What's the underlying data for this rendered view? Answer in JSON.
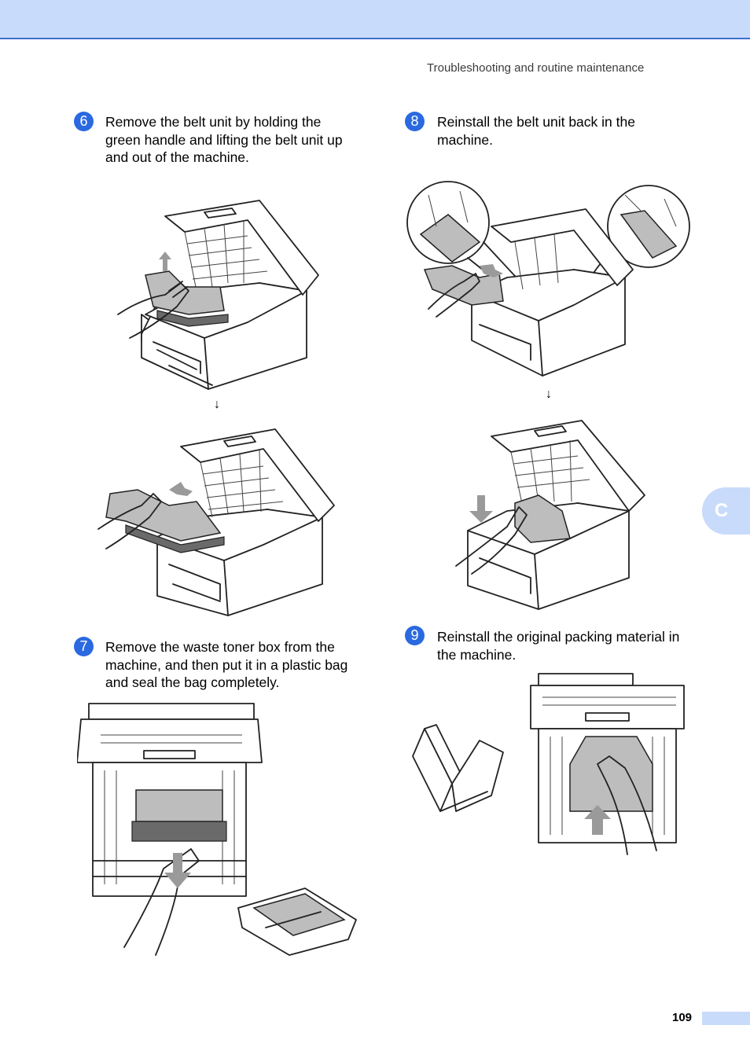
{
  "header": {
    "section_title": "Troubleshooting and routine maintenance"
  },
  "steps": [
    {
      "number": "6",
      "text_lines": [
        "Remove the belt unit by holding the",
        "green handle and lifting the belt unit up",
        "and out of the machine."
      ]
    },
    {
      "number": "7",
      "text_lines": [
        "Remove the waste toner box from the",
        "machine, and then put it in a plastic bag",
        "and seal the bag completely."
      ]
    },
    {
      "number": "8",
      "text_lines": [
        "Reinstall the belt unit back in the",
        "machine."
      ]
    },
    {
      "number": "9",
      "text_lines": [
        "Reinstall the original packing material in",
        "the machine."
      ]
    }
  ],
  "arrows": [
    "↓",
    "↓"
  ],
  "side_tab": {
    "label": "C"
  },
  "footer": {
    "page_number": "109"
  },
  "colors": {
    "accent_blue": "#2a69e0",
    "band_blue": "#c9dbfb",
    "rule_blue": "#3f6fd0"
  }
}
